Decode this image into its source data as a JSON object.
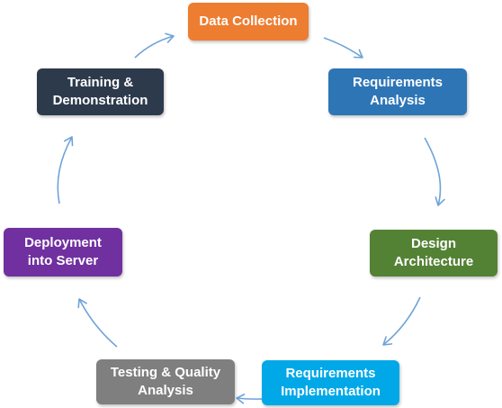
{
  "diagram": {
    "nodes": [
      {
        "id": "n-data",
        "label": "Data Collection",
        "color": "#ED7D31"
      },
      {
        "id": "n-req",
        "label": "Requirements\nAnalysis",
        "color": "#2E75B6"
      },
      {
        "id": "n-design",
        "label": "Design\nArchitecture",
        "color": "#548235"
      },
      {
        "id": "n-impl",
        "label": "Requirements\nImplementation",
        "color": "#00A8E8"
      },
      {
        "id": "n-test",
        "label": "Testing & Quality\nAnalysis",
        "color": "#7F7F7F"
      },
      {
        "id": "n-deploy",
        "label": "Deployment\ninto Server",
        "color": "#7030A0"
      },
      {
        "id": "n-training",
        "label": "Training &\nDemonstration",
        "color": "#2D3A4C"
      }
    ],
    "arrow_color": "#6FA3D8",
    "flow": "clockwise cycle"
  }
}
